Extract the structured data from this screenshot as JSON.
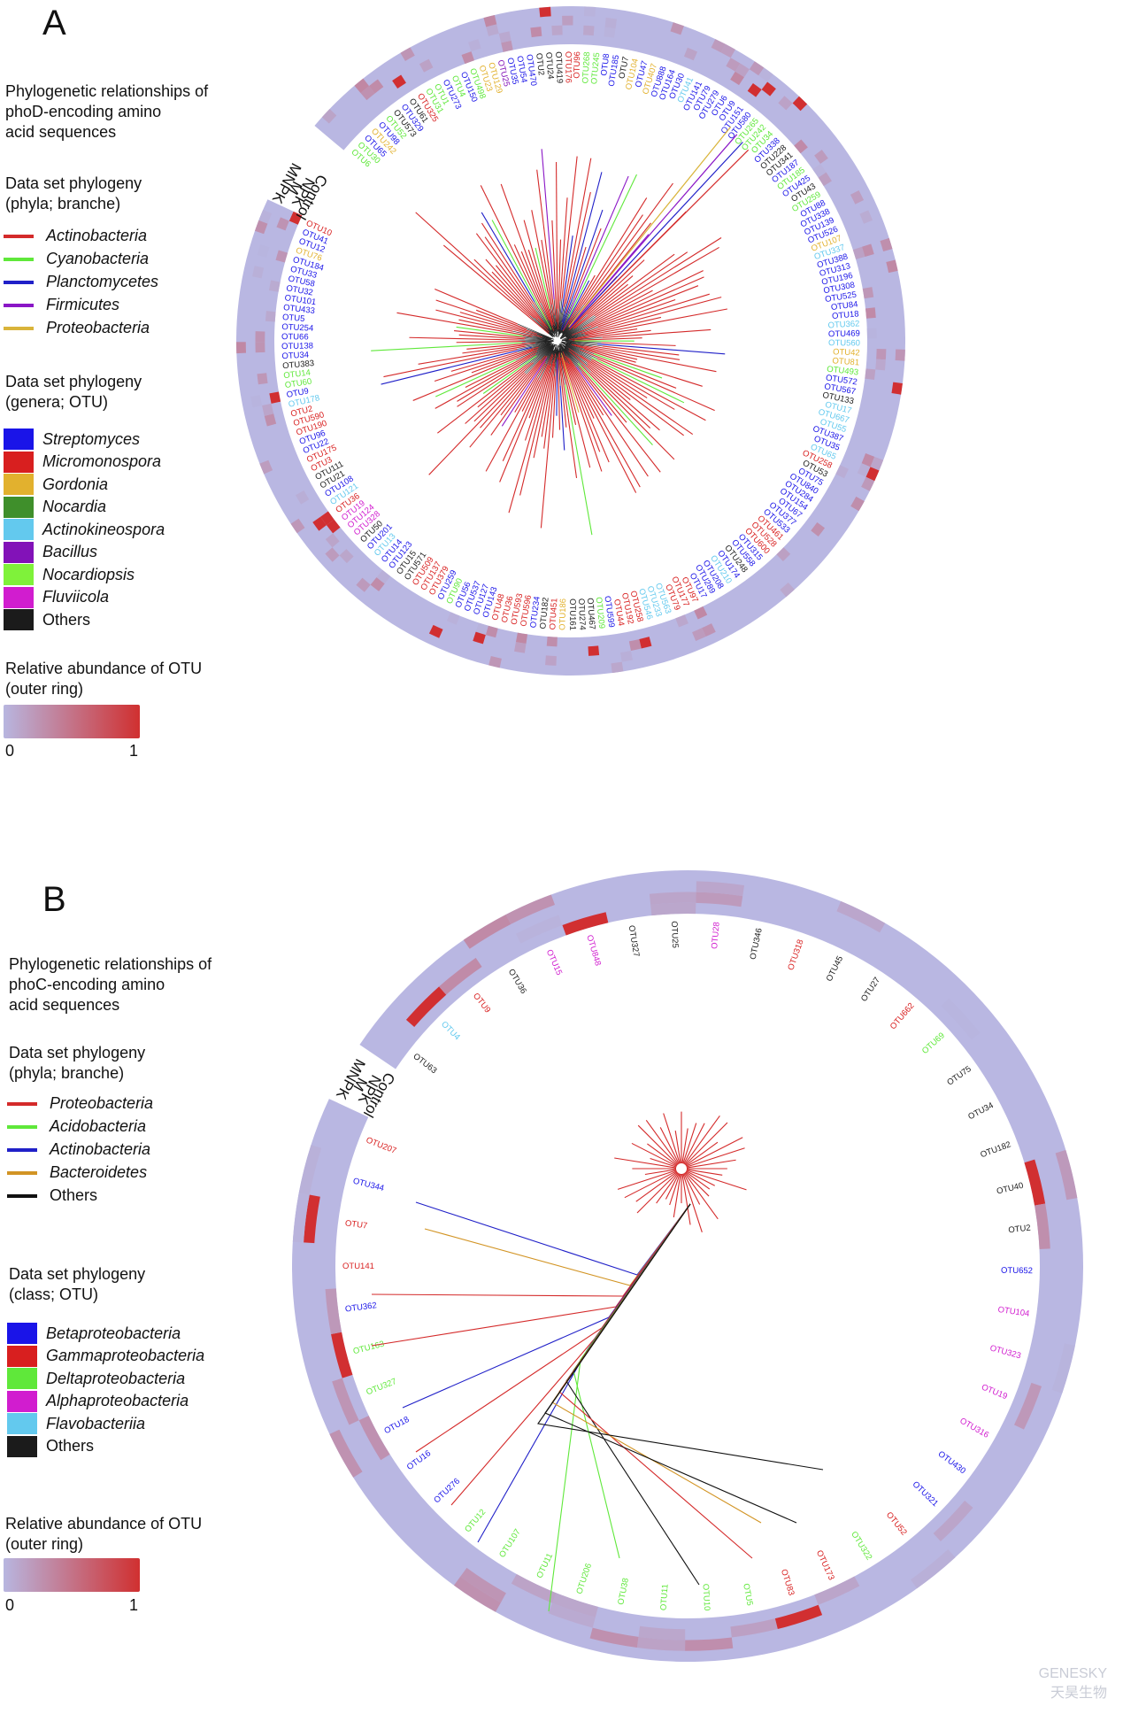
{
  "panelA": {
    "letter": "A",
    "title": "Phylogenetic relationships of\nphoD-encoding amino\nacid sequences",
    "phyla_heading": "Data set phylogeny\n(phyla; branche)",
    "phyla": [
      {
        "name": "Actinobacteria",
        "color": "#d42a2a"
      },
      {
        "name": "Cyanobacteria",
        "color": "#5fe83a"
      },
      {
        "name": "Planctomycetes",
        "color": "#2020c8"
      },
      {
        "name": "Firmicutes",
        "color": "#8a16c6"
      },
      {
        "name": "Proteobacteria",
        "color": "#d9b43a"
      }
    ],
    "genera_heading": "Data set phylogeny\n(genera; OTU)",
    "genera": [
      {
        "name": "Streptomyces",
        "color": "#1a14e8"
      },
      {
        "name": "Micromonospora",
        "color": "#d81f1f"
      },
      {
        "name": "Gordonia",
        "color": "#e2b12e"
      },
      {
        "name": "Nocardia",
        "color": "#3f8f2b"
      },
      {
        "name": "Actinokineospora",
        "color": "#63c9ee"
      },
      {
        "name": "Bacillus",
        "color": "#8212b8"
      },
      {
        "name": "Nocardiopsis",
        "color": "#7ff23a"
      },
      {
        "name": "Fluviicola",
        "color": "#d11dcf"
      },
      {
        "name": "Others",
        "color": "#1b1b1b",
        "plain": true
      }
    ],
    "abundance_heading": "Relative abundance of OTU\n(outer ring)",
    "scale_min": "0",
    "scale_max": "1",
    "ring_labels": [
      "MNPK",
      "M",
      "NPK",
      "Control"
    ],
    "otus": [
      {
        "n": "OTU6",
        "c": "#5fe83a"
      },
      {
        "n": "OTU30",
        "c": "#5fe83a"
      },
      {
        "n": "OTU65",
        "c": "#1a14e8"
      },
      {
        "n": "OTU242",
        "c": "#e2b12e"
      },
      {
        "n": "OTU98",
        "c": "#1a14e8"
      },
      {
        "n": "OTU52",
        "c": "#5fe83a"
      },
      {
        "n": "OTU573",
        "c": "#1b1b1b"
      },
      {
        "n": "OTU329",
        "c": "#1a14e8"
      },
      {
        "n": "OTU61",
        "c": "#1b1b1b"
      },
      {
        "n": "OTU325",
        "c": "#d81f1f"
      },
      {
        "n": "OTU31",
        "c": "#5fe83a"
      },
      {
        "n": "OTU1",
        "c": "#5fe83a"
      },
      {
        "n": "OTU273",
        "c": "#1a14e8"
      },
      {
        "n": "OTU4",
        "c": "#5fe83a"
      },
      {
        "n": "OTU150",
        "c": "#1a14e8"
      },
      {
        "n": "OTU498",
        "c": "#5fe83a"
      },
      {
        "n": "OTU23",
        "c": "#e2b12e"
      },
      {
        "n": "OTU129",
        "c": "#e2b12e"
      },
      {
        "n": "OTU25",
        "c": "#8212b8"
      },
      {
        "n": "OTU35",
        "c": "#1a14e8"
      },
      {
        "n": "OTU54",
        "c": "#1a14e8"
      },
      {
        "n": "OTU470",
        "c": "#1a14e8"
      },
      {
        "n": "OTU2",
        "c": "#1b1b1b"
      },
      {
        "n": "OTU24",
        "c": "#1b1b1b"
      },
      {
        "n": "OTU419",
        "c": "#1b1b1b"
      },
      {
        "n": "OTU176",
        "c": "#d81f1f"
      },
      {
        "n": "OTU96",
        "c": "#d81f1f"
      },
      {
        "n": "OTU268",
        "c": "#5fe83a"
      },
      {
        "n": "OTU245",
        "c": "#5fe83a"
      },
      {
        "n": "OTU8",
        "c": "#1a14e8"
      },
      {
        "n": "OTU185",
        "c": "#1a14e8"
      },
      {
        "n": "OTU7",
        "c": "#1b1b1b"
      },
      {
        "n": "OTU104",
        "c": "#e2b12e"
      },
      {
        "n": "OTU47",
        "c": "#1a14e8"
      },
      {
        "n": "OTU407",
        "c": "#e2b12e"
      },
      {
        "n": "OTU888",
        "c": "#1a14e8"
      },
      {
        "n": "OTU164",
        "c": "#1a14e8"
      },
      {
        "n": "OTU30",
        "c": "#1a14e8"
      },
      {
        "n": "OTU41",
        "c": "#63c9ee"
      },
      {
        "n": "OTU141",
        "c": "#1a14e8"
      },
      {
        "n": "OTU79",
        "c": "#1a14e8"
      },
      {
        "n": "OTU279",
        "c": "#1a14e8"
      },
      {
        "n": "OTU6",
        "c": "#1a14e8"
      },
      {
        "n": "OTU9",
        "c": "#1a14e8"
      },
      {
        "n": "OTU151",
        "c": "#1a14e8"
      },
      {
        "n": "OTU580",
        "c": "#1a14e8"
      },
      {
        "n": "OTU265",
        "c": "#5fe83a"
      },
      {
        "n": "OTU242",
        "c": "#5fe83a"
      },
      {
        "n": "OTU34",
        "c": "#5fe83a"
      },
      {
        "n": "OTU338",
        "c": "#1a14e8"
      },
      {
        "n": "OTU228",
        "c": "#1b1b1b"
      },
      {
        "n": "OTU341",
        "c": "#1b1b1b"
      },
      {
        "n": "OTU187",
        "c": "#1a14e8"
      },
      {
        "n": "OTU185",
        "c": "#5fe83a"
      },
      {
        "n": "OTU425",
        "c": "#1a14e8"
      },
      {
        "n": "OTU43",
        "c": "#1b1b1b"
      },
      {
        "n": "OTU259",
        "c": "#5fe83a"
      },
      {
        "n": "OTU88",
        "c": "#1a14e8"
      },
      {
        "n": "OTU338",
        "c": "#1a14e8"
      },
      {
        "n": "OTU139",
        "c": "#1a14e8"
      },
      {
        "n": "OTU526",
        "c": "#1a14e8"
      },
      {
        "n": "OTU107",
        "c": "#e2b12e"
      },
      {
        "n": "OTU337",
        "c": "#63c9ee"
      },
      {
        "n": "OTU388",
        "c": "#1a14e8"
      },
      {
        "n": "OTU313",
        "c": "#1a14e8"
      },
      {
        "n": "OTU196",
        "c": "#1a14e8"
      },
      {
        "n": "OTU308",
        "c": "#1a14e8"
      },
      {
        "n": "OTU525",
        "c": "#1a14e8"
      },
      {
        "n": "OTU84",
        "c": "#1a14e8"
      },
      {
        "n": "OTU18",
        "c": "#1a14e8"
      },
      {
        "n": "OTU362",
        "c": "#63c9ee"
      },
      {
        "n": "OTU469",
        "c": "#1a14e8"
      },
      {
        "n": "OTU560",
        "c": "#63c9ee"
      },
      {
        "n": "OTU42",
        "c": "#e2b12e"
      },
      {
        "n": "OTU81",
        "c": "#e2b12e"
      },
      {
        "n": "OTU493",
        "c": "#5fe83a"
      },
      {
        "n": "OTU572",
        "c": "#1a14e8"
      },
      {
        "n": "OTU567",
        "c": "#1a14e8"
      },
      {
        "n": "OTU133",
        "c": "#1b1b1b"
      },
      {
        "n": "OTU17",
        "c": "#63c9ee"
      },
      {
        "n": "OTU667",
        "c": "#63c9ee"
      },
      {
        "n": "OTU55",
        "c": "#63c9ee"
      },
      {
        "n": "OTU387",
        "c": "#1a14e8"
      },
      {
        "n": "OTU35",
        "c": "#1a14e8"
      },
      {
        "n": "OTU65",
        "c": "#63c9ee"
      },
      {
        "n": "OTU258",
        "c": "#d81f1f"
      },
      {
        "n": "OTU53",
        "c": "#1b1b1b"
      },
      {
        "n": "OTU75",
        "c": "#1a14e8"
      },
      {
        "n": "OTU840",
        "c": "#1a14e8"
      },
      {
        "n": "OTU284",
        "c": "#1a14e8"
      },
      {
        "n": "OTU154",
        "c": "#1a14e8"
      },
      {
        "n": "OTU67",
        "c": "#1a14e8"
      },
      {
        "n": "OTU377",
        "c": "#1a14e8"
      },
      {
        "n": "OTU533",
        "c": "#1a14e8"
      },
      {
        "n": "OTU461",
        "c": "#d81f1f"
      },
      {
        "n": "OTU528",
        "c": "#d81f1f"
      },
      {
        "n": "OTU600",
        "c": "#d81f1f"
      },
      {
        "n": "OTU315",
        "c": "#1a14e8"
      },
      {
        "n": "OTU558",
        "c": "#1a14e8"
      },
      {
        "n": "OTU248",
        "c": "#1b1b1b"
      },
      {
        "n": "OTU174",
        "c": "#1a14e8"
      },
      {
        "n": "OTU210",
        "c": "#63c9ee"
      },
      {
        "n": "OTU208",
        "c": "#1a14e8"
      },
      {
        "n": "OTU289",
        "c": "#1a14e8"
      },
      {
        "n": "OTU17",
        "c": "#1a14e8"
      },
      {
        "n": "OTU97",
        "c": "#d81f1f"
      },
      {
        "n": "OTU177",
        "c": "#d81f1f"
      },
      {
        "n": "OTU79",
        "c": "#d81f1f"
      },
      {
        "n": "OTU563",
        "c": "#63c9ee"
      },
      {
        "n": "OTU233",
        "c": "#63c9ee"
      },
      {
        "n": "OTU546",
        "c": "#63c9ee"
      },
      {
        "n": "OTU258",
        "c": "#d81f1f"
      },
      {
        "n": "OTU192",
        "c": "#d81f1f"
      },
      {
        "n": "OTU44",
        "c": "#d81f1f"
      },
      {
        "n": "OTU599",
        "c": "#1a14e8"
      },
      {
        "n": "OTU209",
        "c": "#5fe83a"
      },
      {
        "n": "OTU467",
        "c": "#1b1b1b"
      },
      {
        "n": "OTU274",
        "c": "#1b1b1b"
      },
      {
        "n": "OTU161",
        "c": "#1b1b1b"
      },
      {
        "n": "OTU186",
        "c": "#e2b12e"
      },
      {
        "n": "OTU451",
        "c": "#d81f1f"
      },
      {
        "n": "OTU182",
        "c": "#1b1b1b"
      },
      {
        "n": "OTU234",
        "c": "#1a14e8"
      },
      {
        "n": "OTU596",
        "c": "#d81f1f"
      },
      {
        "n": "OTU593",
        "c": "#d81f1f"
      },
      {
        "n": "OTU36",
        "c": "#d81f1f"
      },
      {
        "n": "OTU48",
        "c": "#d81f1f"
      },
      {
        "n": "OTU143",
        "c": "#1a14e8"
      },
      {
        "n": "OTU127",
        "c": "#1a14e8"
      },
      {
        "n": "OTU537",
        "c": "#1a14e8"
      },
      {
        "n": "OTU56",
        "c": "#1a14e8"
      },
      {
        "n": "OTU90",
        "c": "#5fe83a"
      },
      {
        "n": "OTU259",
        "c": "#1a14e8"
      },
      {
        "n": "OTU379",
        "c": "#d81f1f"
      },
      {
        "n": "OTU137",
        "c": "#d81f1f"
      },
      {
        "n": "OTU509",
        "c": "#d81f1f"
      },
      {
        "n": "OTU571",
        "c": "#1b1b1b"
      },
      {
        "n": "OTU15",
        "c": "#1b1b1b"
      },
      {
        "n": "OTU123",
        "c": "#1a14e8"
      },
      {
        "n": "OTU14",
        "c": "#1a14e8"
      },
      {
        "n": "OTU13",
        "c": "#63c9ee"
      },
      {
        "n": "OTU201",
        "c": "#1a14e8"
      },
      {
        "n": "OTU50",
        "c": "#1b1b1b"
      },
      {
        "n": "OTU328",
        "c": "#d11dcf"
      },
      {
        "n": "OTU124",
        "c": "#d11dcf"
      },
      {
        "n": "OTU19",
        "c": "#d11dcf"
      },
      {
        "n": "OTU36",
        "c": "#d81f1f"
      },
      {
        "n": "OTU121",
        "c": "#63c9ee"
      },
      {
        "n": "OTU108",
        "c": "#1a14e8"
      },
      {
        "n": "OTU21",
        "c": "#1b1b1b"
      },
      {
        "n": "OTU111",
        "c": "#1b1b1b"
      },
      {
        "n": "OTU3",
        "c": "#d81f1f"
      },
      {
        "n": "OTU175",
        "c": "#d81f1f"
      },
      {
        "n": "OTU22",
        "c": "#1a14e8"
      },
      {
        "n": "OTU96",
        "c": "#1a14e8"
      },
      {
        "n": "OTU190",
        "c": "#d81f1f"
      },
      {
        "n": "OTU590",
        "c": "#d81f1f"
      },
      {
        "n": "OTU2",
        "c": "#d81f1f"
      },
      {
        "n": "OTU178",
        "c": "#63c9ee"
      },
      {
        "n": "OTU9",
        "c": "#1a14e8"
      },
      {
        "n": "OTU60",
        "c": "#5fe83a"
      },
      {
        "n": "OTU14",
        "c": "#5fe83a"
      },
      {
        "n": "OTU383",
        "c": "#1b1b1b"
      },
      {
        "n": "OTU34",
        "c": "#1a14e8"
      },
      {
        "n": "OTU138",
        "c": "#1a14e8"
      },
      {
        "n": "OTU66",
        "c": "#1a14e8"
      },
      {
        "n": "OTU254",
        "c": "#1a14e8"
      },
      {
        "n": "OTU5",
        "c": "#1a14e8"
      },
      {
        "n": "OTU433",
        "c": "#1a14e8"
      },
      {
        "n": "OTU101",
        "c": "#1a14e8"
      },
      {
        "n": "OTU32",
        "c": "#1a14e8"
      },
      {
        "n": "OTU58",
        "c": "#1a14e8"
      },
      {
        "n": "OTU33",
        "c": "#1a14e8"
      },
      {
        "n": "OTU184",
        "c": "#1a14e8"
      },
      {
        "n": "OTU76",
        "c": "#e2b12e"
      },
      {
        "n": "OTU12",
        "c": "#1a14e8"
      },
      {
        "n": "OTU41",
        "c": "#1a14e8"
      },
      {
        "n": "OTU10",
        "c": "#d81f1f"
      }
    ]
  },
  "panelB": {
    "letter": "B",
    "title": "Phylogenetic relationships of\nphoC-encoding amino\nacid sequences",
    "phyla_heading": "Data set phylogeny\n(phyla; branche)",
    "phyla": [
      {
        "name": "Proteobacteria",
        "color": "#d42a2a"
      },
      {
        "name": "Acidobacteria",
        "color": "#5fe83a"
      },
      {
        "name": "Actinobacteria",
        "color": "#2020c8"
      },
      {
        "name": "Bacteroidetes",
        "color": "#d29424"
      },
      {
        "name": "Others",
        "color": "#111111",
        "plain": true
      }
    ],
    "class_heading": "Data set phylogeny\n(class; OTU)",
    "classes": [
      {
        "name": "Betaproteobacteria",
        "color": "#1a14e8"
      },
      {
        "name": "Gammaproteobacteria",
        "color": "#d81f1f"
      },
      {
        "name": "Deltaproteobacteria",
        "color": "#5fe83a"
      },
      {
        "name": "Alphaproteobacteria",
        "color": "#d11dcf"
      },
      {
        "name": "Flavobacteriia",
        "color": "#63c9ee"
      },
      {
        "name": "Others",
        "color": "#1b1b1b",
        "plain": true
      }
    ],
    "abundance_heading": "Relative abundance of OTU\n(outer ring)",
    "scale_min": "0",
    "scale_max": "1",
    "ring_labels": [
      "MNPK",
      "M",
      "NPK",
      "Control"
    ],
    "otus": [
      {
        "n": "OTU63",
        "c": "#1b1b1b"
      },
      {
        "n": "OTU4",
        "c": "#63c9ee"
      },
      {
        "n": "OTU9",
        "c": "#d81f1f"
      },
      {
        "n": "OTU36",
        "c": "#1b1b1b"
      },
      {
        "n": "OTU15",
        "c": "#d11dcf"
      },
      {
        "n": "OTU848",
        "c": "#d11dcf"
      },
      {
        "n": "OTU327",
        "c": "#1b1b1b"
      },
      {
        "n": "OTU25",
        "c": "#1b1b1b"
      },
      {
        "n": "OTU28",
        "c": "#d11dcf"
      },
      {
        "n": "OTU346",
        "c": "#1b1b1b"
      },
      {
        "n": "OTU318",
        "c": "#d81f1f"
      },
      {
        "n": "OTU45",
        "c": "#1b1b1b"
      },
      {
        "n": "OTU27",
        "c": "#1b1b1b"
      },
      {
        "n": "OTU662",
        "c": "#d81f1f"
      },
      {
        "n": "OTU69",
        "c": "#5fe83a"
      },
      {
        "n": "OTU75",
        "c": "#1b1b1b"
      },
      {
        "n": "OTU34",
        "c": "#1b1b1b"
      },
      {
        "n": "OTU182",
        "c": "#1b1b1b"
      },
      {
        "n": "OTU40",
        "c": "#1b1b1b"
      },
      {
        "n": "OTU2",
        "c": "#1b1b1b"
      },
      {
        "n": "OTU652",
        "c": "#1a14e8"
      },
      {
        "n": "OTU104",
        "c": "#d11dcf"
      },
      {
        "n": "OTU323",
        "c": "#d11dcf"
      },
      {
        "n": "OTU19",
        "c": "#d11dcf"
      },
      {
        "n": "OTU316",
        "c": "#d11dcf"
      },
      {
        "n": "OTU430",
        "c": "#1a14e8"
      },
      {
        "n": "OTU321",
        "c": "#1a14e8"
      },
      {
        "n": "OTU52",
        "c": "#d81f1f"
      },
      {
        "n": "OTU322",
        "c": "#5fe83a"
      },
      {
        "n": "OTU173",
        "c": "#d81f1f"
      },
      {
        "n": "OTU83",
        "c": "#d81f1f"
      },
      {
        "n": "OTU5",
        "c": "#5fe83a"
      },
      {
        "n": "OTU10",
        "c": "#5fe83a"
      },
      {
        "n": "OTU11",
        "c": "#5fe83a"
      },
      {
        "n": "OTU38",
        "c": "#5fe83a"
      },
      {
        "n": "OTU206",
        "c": "#5fe83a"
      },
      {
        "n": "OTU11",
        "c": "#5fe83a"
      },
      {
        "n": "OTU107",
        "c": "#5fe83a"
      },
      {
        "n": "OTU12",
        "c": "#5fe83a"
      },
      {
        "n": "OTU276",
        "c": "#1a14e8"
      },
      {
        "n": "OTU16",
        "c": "#1a14e8"
      },
      {
        "n": "OTU18",
        "c": "#1a14e8"
      },
      {
        "n": "OTU327",
        "c": "#5fe83a"
      },
      {
        "n": "OTU163",
        "c": "#5fe83a"
      },
      {
        "n": "OTU362",
        "c": "#1a14e8"
      },
      {
        "n": "OTU141",
        "c": "#d81f1f"
      },
      {
        "n": "OTU7",
        "c": "#d81f1f"
      },
      {
        "n": "OTU344",
        "c": "#1a14e8"
      },
      {
        "n": "OTU207",
        "c": "#d81f1f"
      }
    ]
  },
  "watermark": {
    "line1": "GENESKY",
    "line2": "天昊生物"
  }
}
